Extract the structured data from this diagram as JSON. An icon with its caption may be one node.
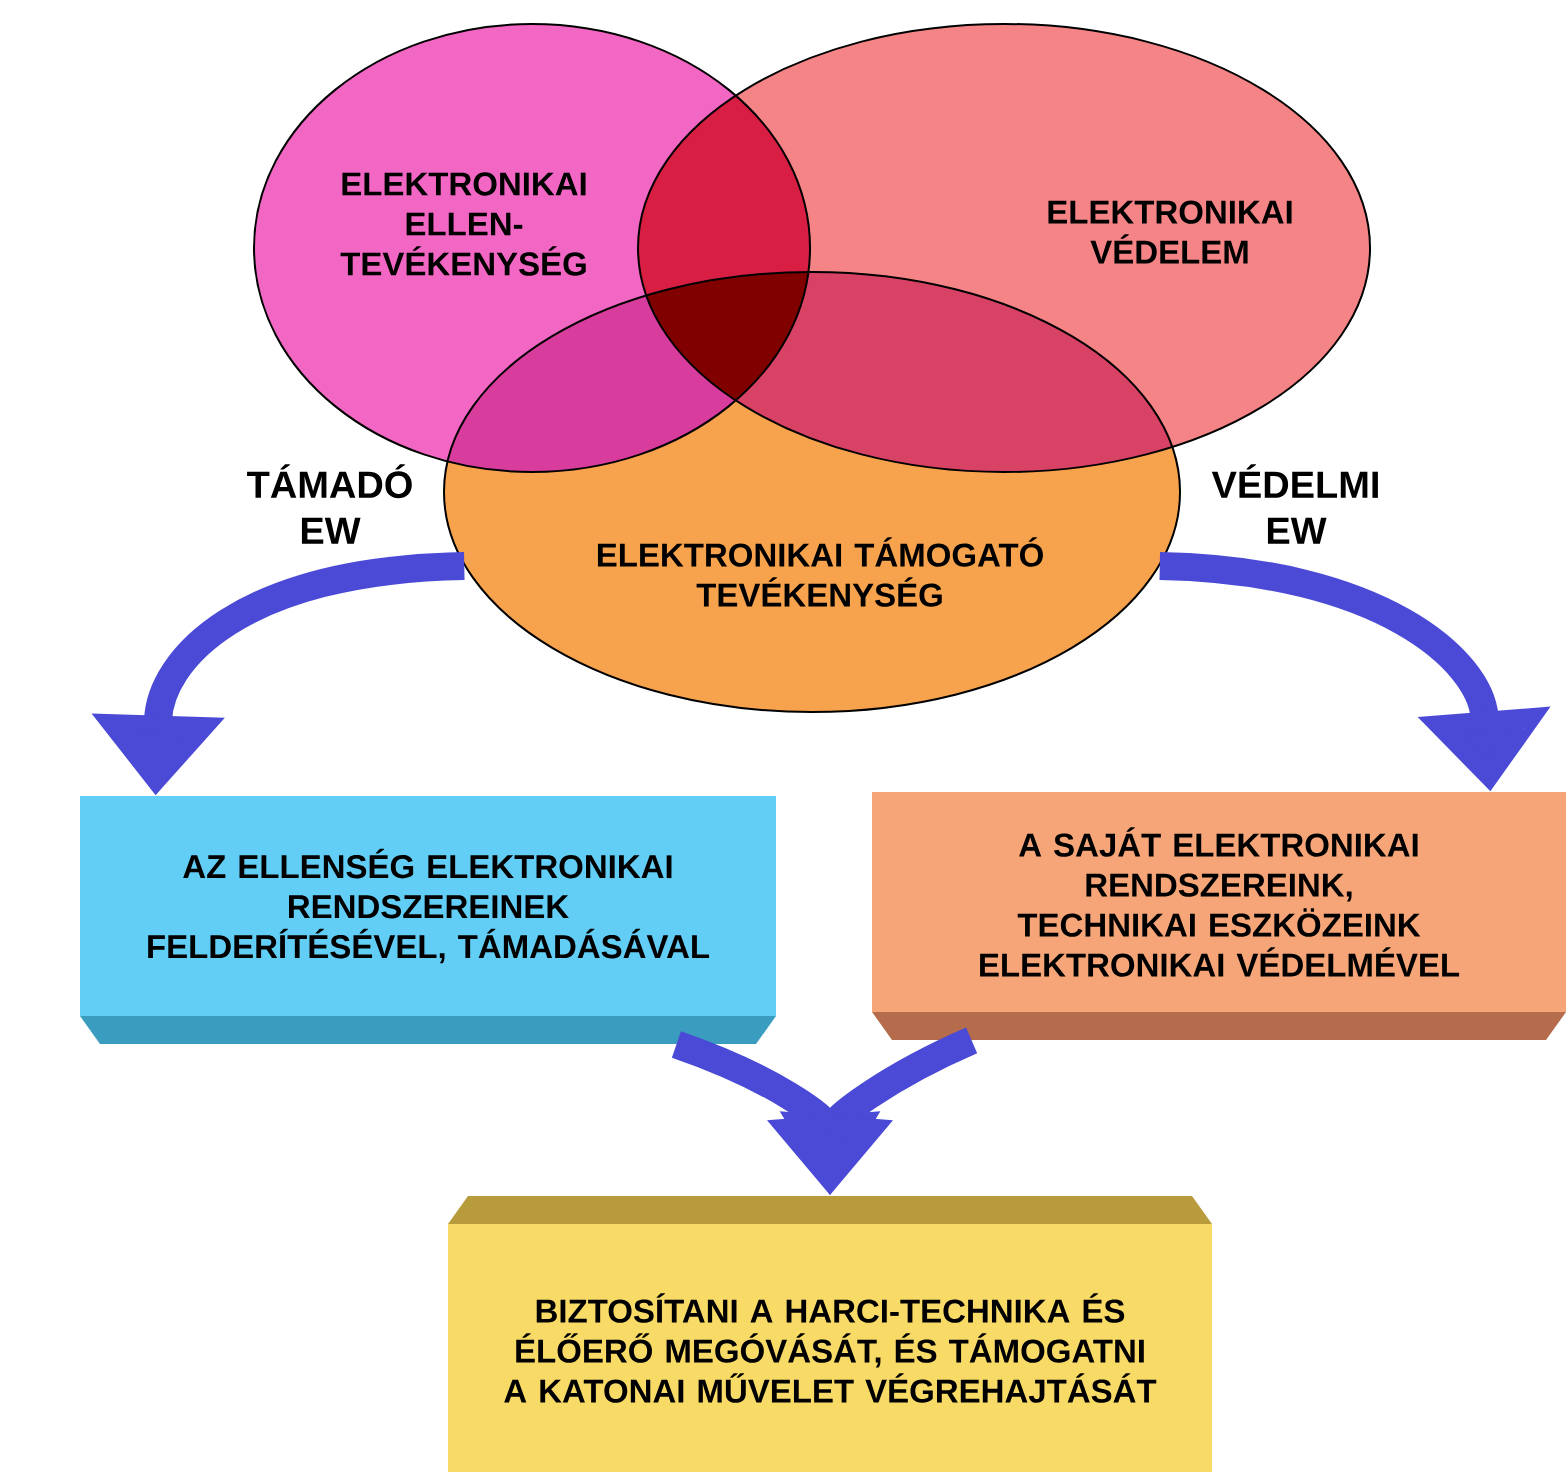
{
  "diagram": {
    "nodes": [
      {
        "text": [
          "ELEKTRONIKAI ELLEN- TEVÉKENYSÉG"
        ]
      },
      {
        "text": [
          "ELEKTRONIKAI VÉDELEM"
        ]
      },
      {
        "text": [
          "ELEKTRONIKAI TÁMOGATÓ TEVÉKENYSÉG"
        ]
      },
      {
        "text": [
          "AZ ELLENSÉG ELEKTRONIKAI RENDSZEREINEK FELDERÍTÉSÉVEL, TÁMADÁSÁVAL"
        ]
      },
      {
        "text": [
          "A  SAJÁT ELEKTRONIKAI RENDSZEREINK, TECHNIKAI ESZKÖZEINK ELEKTRONIKAI VÉDELMÉVEL"
        ]
      },
      {
        "text": [
          "BIZTOSÍTANI A HARCI-TECHNIKA ÉS ÉLŐERŐ MEGÓVÁSÁT, ÉS TÁMOGATNI A KATONAI MŰVELET VÉGREHAJTÁSÁT"
        ]
      }
    ],
    "edges": [
      {
        "from": 2,
        "to": 3,
        "arrow": "to",
        "label": "TÁMADÓ EW"
      },
      {
        "from": 2,
        "to": 4,
        "arrow": "to",
        "label": "VÉDELMI EW"
      },
      {
        "from": 3,
        "to": 5,
        "arrow": "to"
      },
      {
        "from": 4,
        "to": 5,
        "arrow": "to"
      }
    ]
  }
}
